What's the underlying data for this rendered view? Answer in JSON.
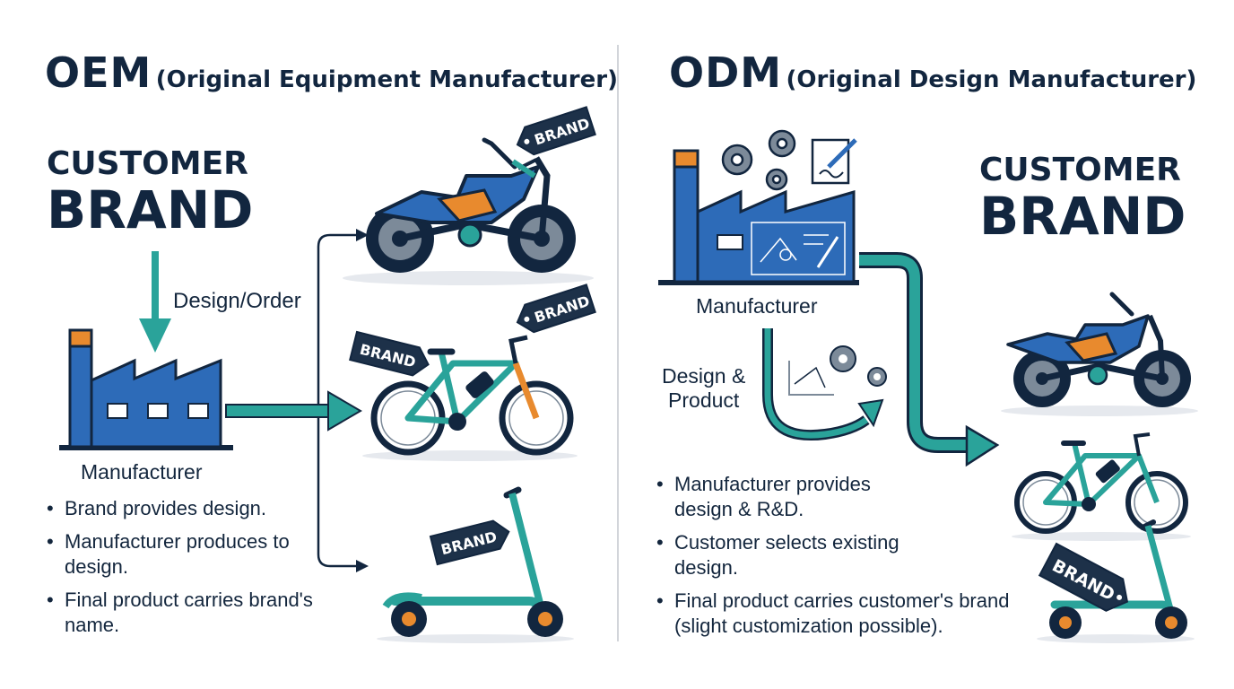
{
  "oem": {
    "title_abbr": "OEM",
    "title_full": "(Original Equipment Manufacturer)",
    "customer_line1": "CUSTOMER",
    "customer_line2": "BRAND",
    "flow_label": "Design/Order",
    "factory_label": "Manufacturer",
    "bullets": [
      "Brand provides design.",
      "Manufacturer produces to design.",
      "Final product carries brand's name."
    ],
    "products": [
      "motorcycle",
      "e-bike",
      "e-scooter"
    ],
    "tag_text": "BRAND"
  },
  "odm": {
    "title_abbr": "ODM",
    "title_full": "(Original Design Manufacturer)",
    "customer_line1": "CUSTOMER",
    "customer_line2": "BRAND",
    "factory_label": "Manufacturer",
    "flow_label_line1": "Design &",
    "flow_label_line2": "Product",
    "bullets": [
      "Manufacturer provides design & R&D.",
      "Customer selects existing design.",
      "Final product carries customer's brand (slight customization possible)."
    ],
    "products": [
      "motorcycle",
      "e-bike",
      "e-scooter"
    ],
    "tag_text": "BRAND"
  },
  "colors": {
    "navy": "#12263f",
    "factory_blue": "#2d6bb8",
    "teal": "#2aa39a",
    "orange": "#e88a2e"
  }
}
